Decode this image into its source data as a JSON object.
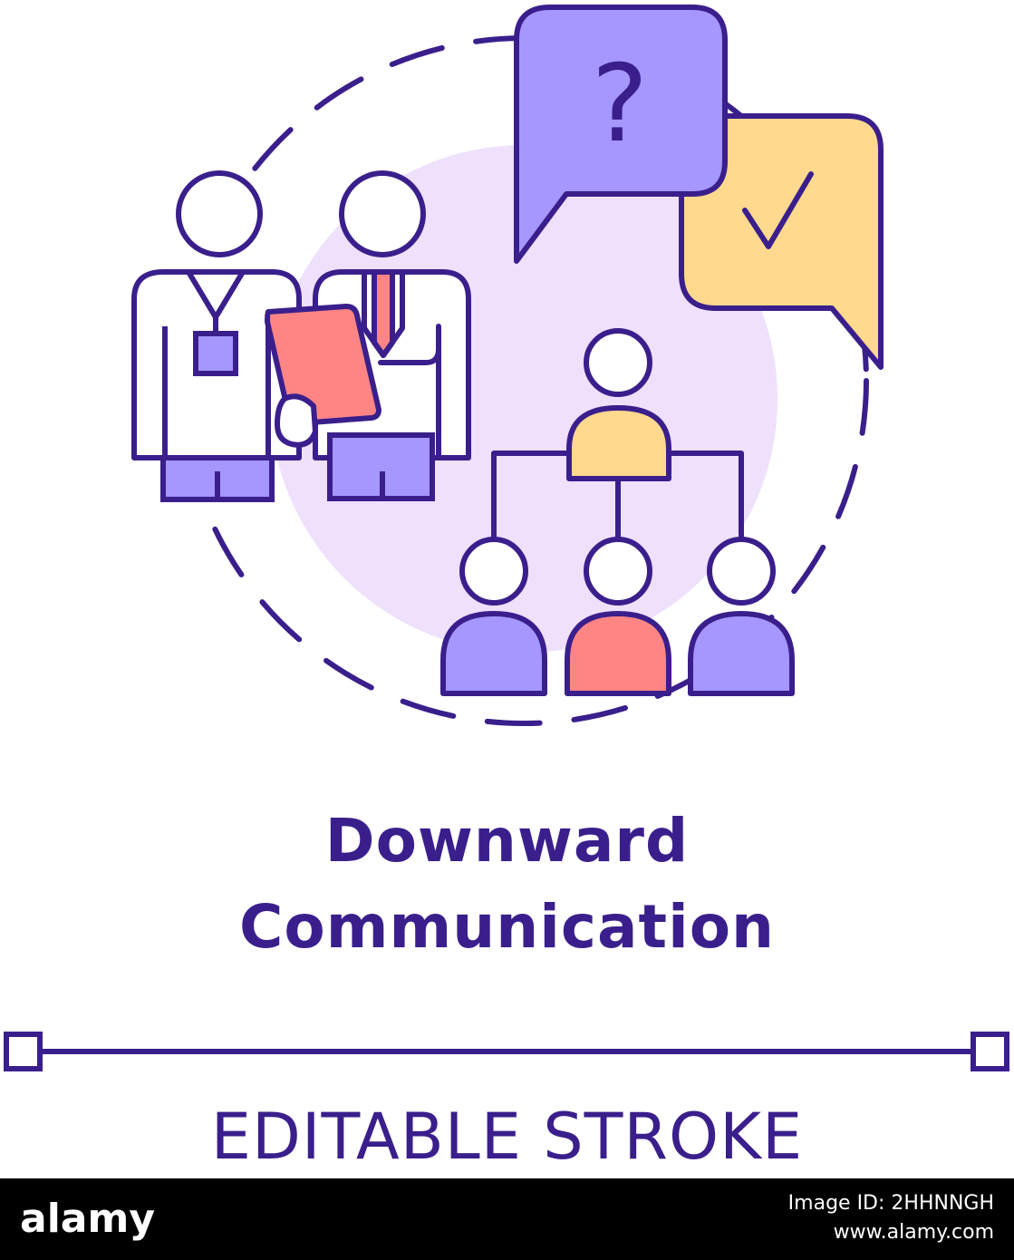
{
  "title": {
    "line1": "Downward",
    "line2": "Communication"
  },
  "stroke_label": "EDITABLE STROKE",
  "question_mark": "?",
  "footer": {
    "logo": "alamy",
    "image_id": "Image ID: 2HHNNGH",
    "url": "www.alamy.com"
  },
  "colors": {
    "outline": "#3a1f8c",
    "purple_fill": "#a597ff",
    "lavender_bg": "#efe0fb",
    "yellow_fill": "#ffd98e",
    "red_fill": "#ff8585",
    "white": "#ffffff",
    "footer_bg": "#000000"
  },
  "icons": [
    "question-speech-bubble-icon",
    "checkmark-speech-bubble-icon",
    "manager-with-badge-icon",
    "manager-with-tie-icon",
    "clipboard-icon",
    "org-chart-icon"
  ]
}
